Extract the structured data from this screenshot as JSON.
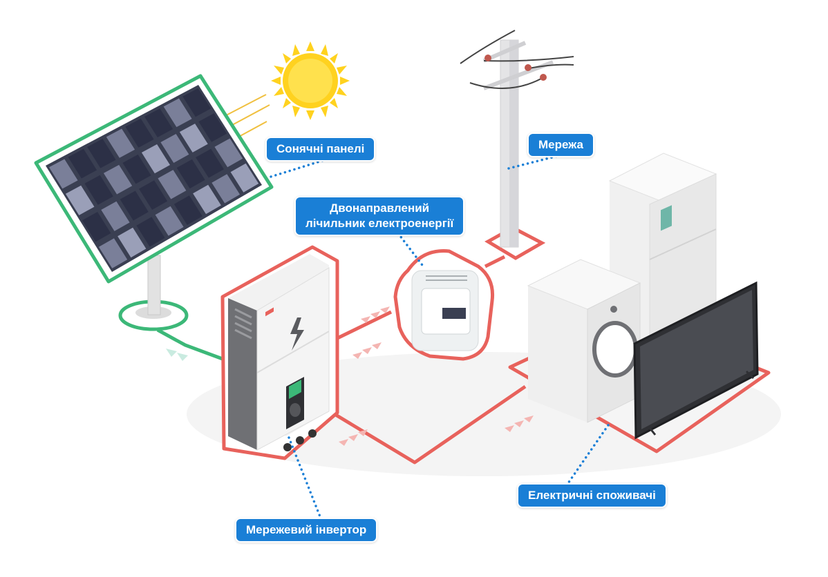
{
  "labels": {
    "solar_panels": "Сонячні панелі",
    "grid": "Мережа",
    "meter_line1": "Двонаправлений",
    "meter_line2": "лічильник електроенергії",
    "inverter": "Мережевий інвертор",
    "consumers": "Електричні споживачі"
  },
  "colors": {
    "callout_bg": "#1a7fd6",
    "callout_text": "#ffffff",
    "ac_line": "#e8625c",
    "dc_line": "#3cb878",
    "leader_dots": "#1a7fd6",
    "sun": "#ffd21f"
  },
  "icons": [
    "sun-icon",
    "lightning-bolt-icon"
  ]
}
